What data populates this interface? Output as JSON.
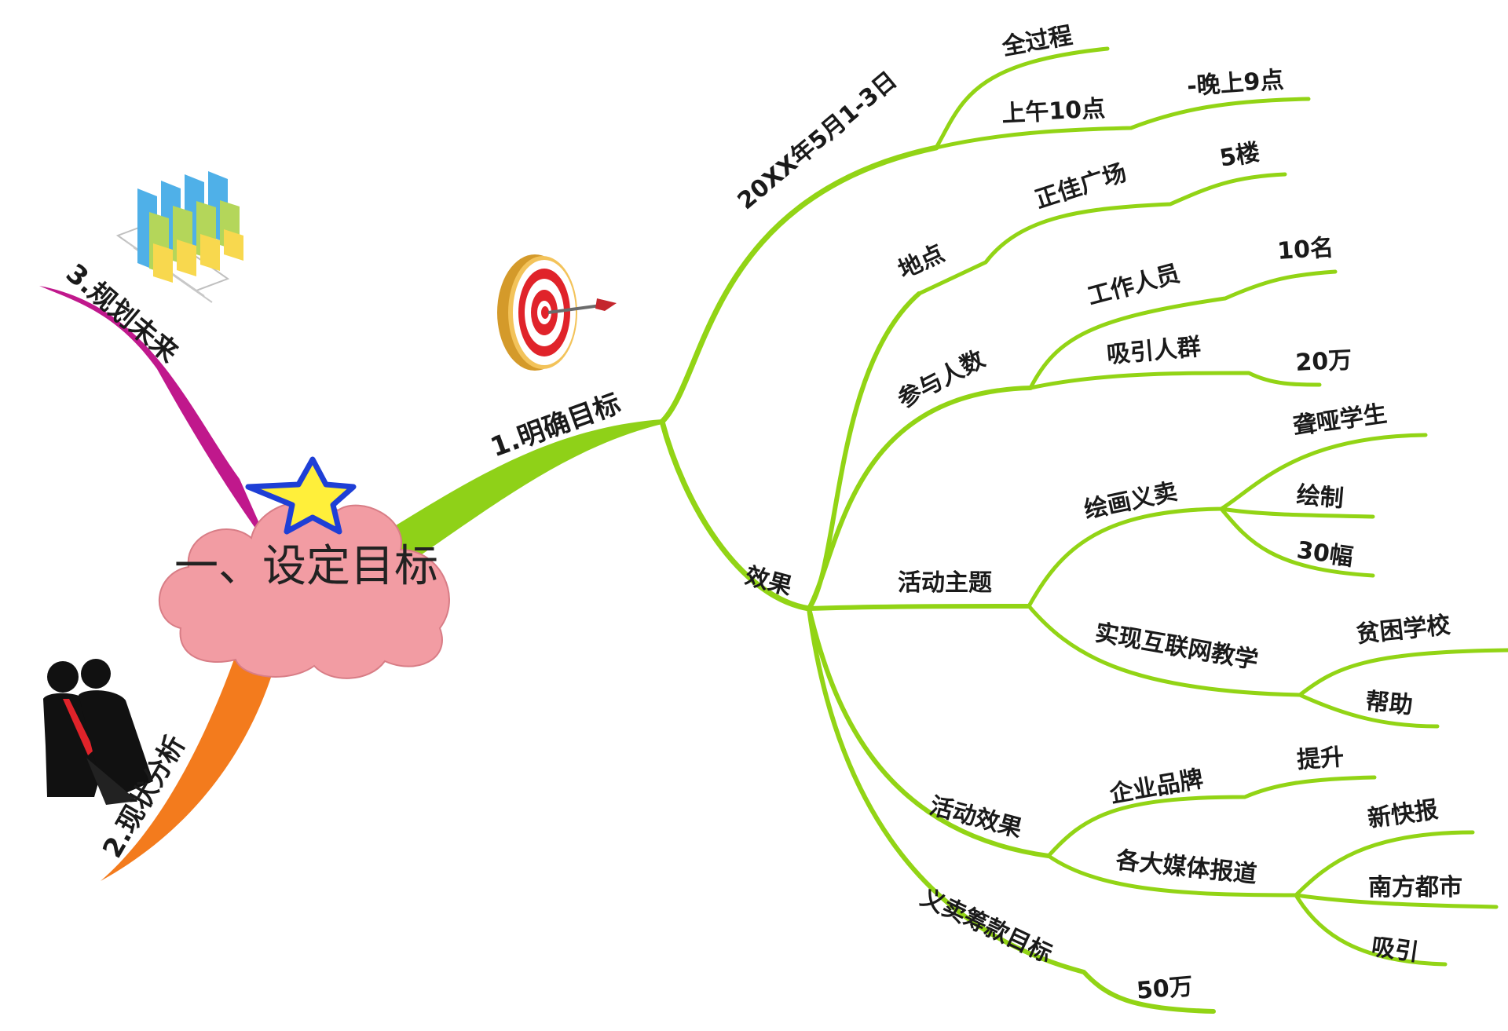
{
  "center": {
    "title": "一、设定目标"
  },
  "branches": {
    "goal": {
      "label": "1.明确目标",
      "color": "#8fd118"
    },
    "status": {
      "label": "2.现状分析",
      "color": "#f37b1d"
    },
    "plan": {
      "label": "3.规划未来",
      "color": "#c0188c"
    }
  },
  "nodes": {
    "time": "20XX年5月1-3日",
    "time_full": "全过程",
    "time_start": "上午10点",
    "time_end": "-晚上9点",
    "effect": "效果",
    "place": "地点",
    "place_name": "正佳广场",
    "place_floor": "5楼",
    "people": "参与人数",
    "staff": "工作人员",
    "staff_count": "10名",
    "crowd": "吸引人群",
    "crowd_count": "20万",
    "theme": "活动主题",
    "charity": "绘画义卖",
    "deaf": "聋哑学生",
    "draw": "绘制",
    "count30": "30幅",
    "internet": "实现互联网教学",
    "poor": "贫困学校",
    "help": "帮助",
    "result": "活动效果",
    "brand": "企业品牌",
    "boost": "提升",
    "media": "各大媒体报道",
    "xinkuai": "新快报",
    "nanfang": "南方都市",
    "attract": "吸引",
    "fund": "义卖筹款目标",
    "fund_amount": "50万"
  },
  "colors": {
    "line": "#92d415",
    "cloud": "#f29ca3",
    "star": "#ffef3a",
    "star_outline": "#1e3fd6"
  },
  "icons": [
    "target-icon",
    "star-icon",
    "bar-chart-icon",
    "businessmen-icon",
    "cloud-icon"
  ]
}
